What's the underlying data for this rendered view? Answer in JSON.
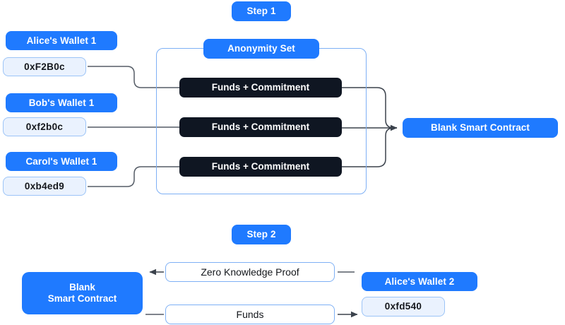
{
  "diagram": {
    "title_absent": true,
    "colors": {
      "accent_blue": "#1f7aff",
      "chip_fill": "#eaf2fe",
      "chip_border": "#9cc4f7",
      "dark_bar": "#0f1622",
      "outline_border": "#7eb0f5",
      "connector_gray": "#555c66",
      "background": "#ffffff"
    },
    "step1": {
      "badge": "Step 1",
      "anonymity_set_label": "Anonymity Set",
      "wallets": [
        {
          "name": "Alice's Wallet 1",
          "address": "0xF2B0c"
        },
        {
          "name": "Bob's Wallet 1",
          "address": "0xf2b0c"
        },
        {
          "name": "Carol's Wallet 1",
          "address": "0xb4ed9"
        }
      ],
      "commitments": [
        "Funds + Commitment",
        "Funds + Commitment",
        "Funds + Commitment"
      ],
      "destination": "Blank Smart Contract"
    },
    "step2": {
      "badge": "Step 2",
      "source": "Blank\nSmart Contract",
      "proof": "Zero Knowledge Proof",
      "funds": "Funds",
      "wallet": {
        "name": "Alice's Wallet 2",
        "address": "0xfd540"
      }
    }
  }
}
